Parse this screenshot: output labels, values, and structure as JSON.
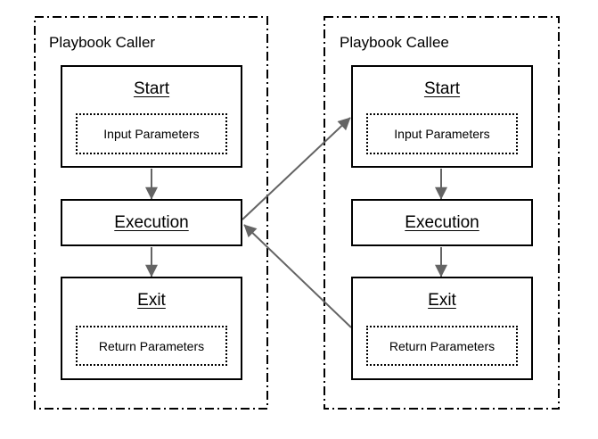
{
  "caller": {
    "title": "Playbook Caller",
    "start": {
      "title": "Start",
      "param": "Input Parameters"
    },
    "execution": {
      "title": "Execution"
    },
    "exit": {
      "title": "Exit",
      "param": "Return Parameters"
    }
  },
  "callee": {
    "title": "Playbook Callee",
    "start": {
      "title": "Start",
      "param": "Input Parameters"
    },
    "execution": {
      "title": "Execution"
    },
    "exit": {
      "title": "Exit",
      "param": "Return Parameters"
    }
  },
  "colors": {
    "border": "#000000",
    "arrow": "#646464",
    "background": "#ffffff",
    "text": "#000000"
  }
}
